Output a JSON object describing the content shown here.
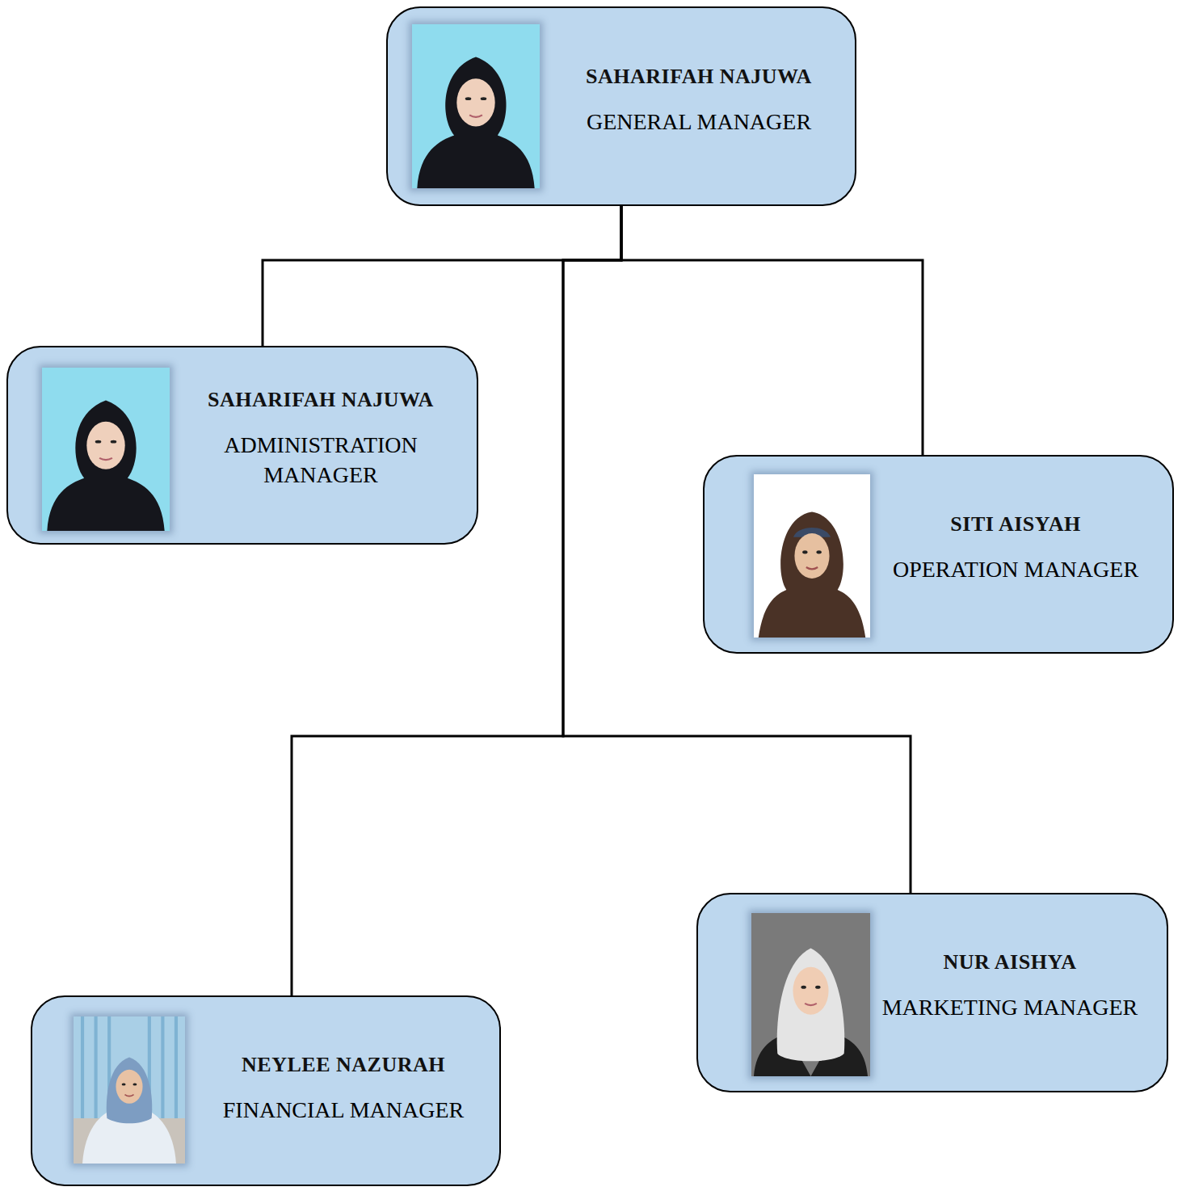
{
  "diagram": {
    "nodes": [
      {
        "text": [
          "SAHARIFAH NAJUWA",
          "GENERAL MANAGER"
        ]
      },
      {
        "text": [
          "SAHARIFAH NAJUWA",
          "ADMINISTRATION MANAGER"
        ]
      },
      {
        "text": [
          "SITI AISYAH",
          "OPERATION MANAGER"
        ]
      },
      {
        "text": [
          "NUR AISHYA",
          "MARKETING MANAGER"
        ]
      },
      {
        "text": [
          "NEYLEE NAZURAH",
          "FINANCIAL MANAGER"
        ]
      }
    ],
    "edges": [
      {
        "from": 0,
        "to": 1,
        "arrow": "none"
      },
      {
        "from": 0,
        "to": 2,
        "arrow": "none"
      },
      {
        "from": 0,
        "to": 3,
        "arrow": "none"
      },
      {
        "from": 0,
        "to": 4,
        "arrow": "none"
      }
    ]
  }
}
